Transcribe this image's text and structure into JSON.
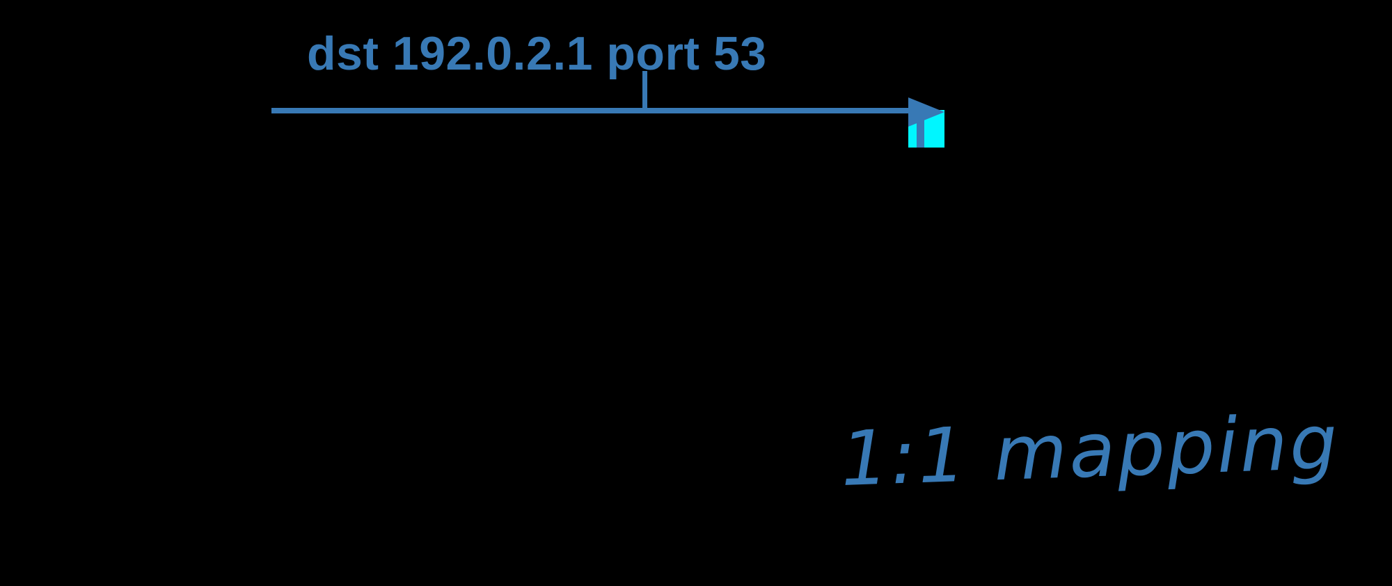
{
  "palette": {
    "canvas_bg": "#000000",
    "accent_blue": "#3879b5",
    "highlight_cyan": "#00f6ff"
  },
  "flow": {
    "label": "dst 192.0.2.1 port 53"
  },
  "annotation": {
    "text": "1:1 mapping"
  },
  "icons": {
    "arrowhead": "right-arrowhead-icon",
    "backend": "backend-highlight-box"
  }
}
